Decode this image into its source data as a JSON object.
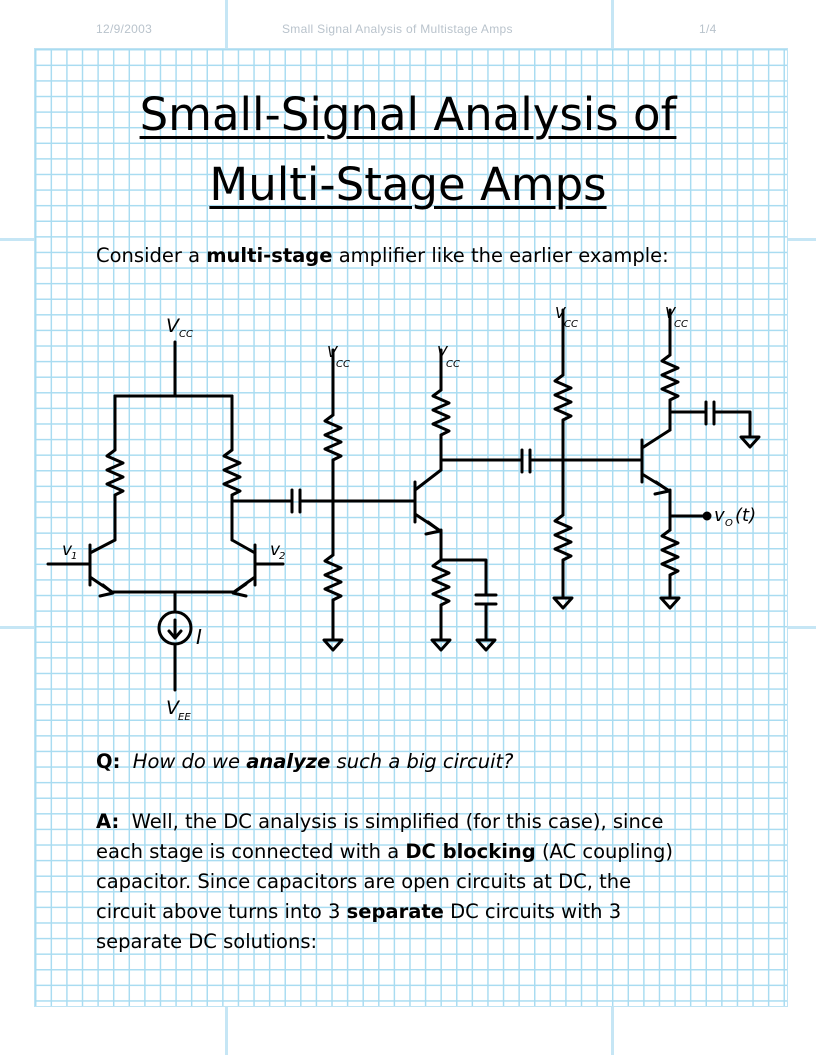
{
  "header": {
    "date": "12/9/2003",
    "title": "Small Signal Analysis of Multistage Amps",
    "page": "1/4"
  },
  "document": {
    "title_line1": "Small-Signal Analysis of",
    "title_line2": "Multi-Stage Amps",
    "intro": {
      "prefix": "Consider a ",
      "bold": "multi-stage",
      "suffix": " amplifier like the earlier example:"
    },
    "question": {
      "label": "Q:",
      "pre": "How do we ",
      "bold": "analyze",
      "post": " such a big circuit?"
    },
    "answer": {
      "label": "A:",
      "line1": "Well, the DC analysis is simplified (for this case), since",
      "line2_pre": "each stage is connected with a ",
      "line2_bold": "DC blocking",
      "line2_post": " (AC coupling)",
      "line3": "capacitor.  Since capacitors are open circuits at DC, the",
      "line4_pre": "circuit above turns into 3 ",
      "line4_bold": "separate",
      "line4_post": " DC circuits with 3",
      "line5": "separate DC solutions:"
    }
  },
  "circuit": {
    "vcc_label": "V",
    "vcc_sub": "CC",
    "vee_label": "V",
    "vee_sub": "EE",
    "v1_label": "v",
    "v1_sub": "1",
    "v2_label": "v",
    "v2_sub": "2",
    "current_source_label": "I",
    "output_label": "v",
    "output_sub": "O",
    "output_arg": "(t)"
  }
}
